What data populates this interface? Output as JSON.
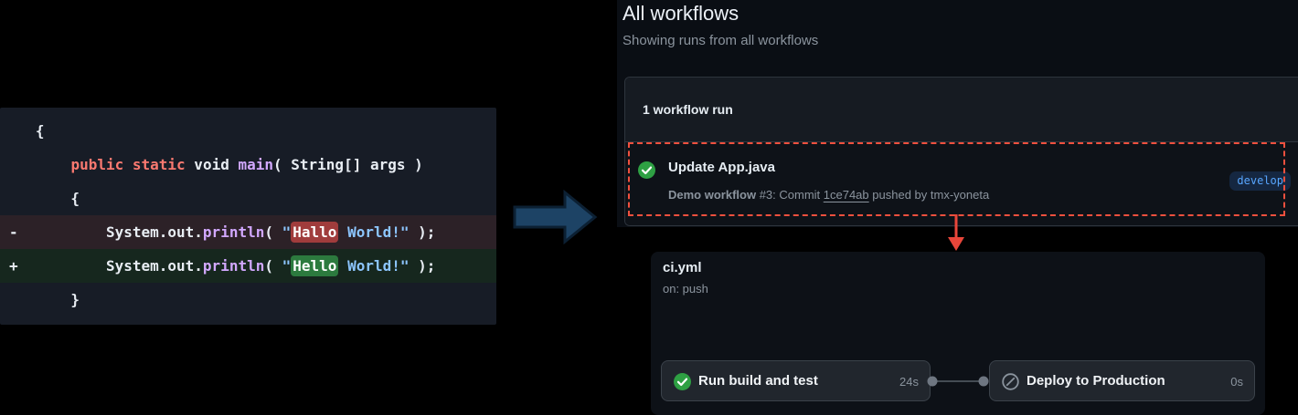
{
  "colors": {
    "accent_green": "#2ea043",
    "skipped_gray": "#8b949e",
    "link_blue": "#58a6ff",
    "dashed_highlight_red": "#f0503e",
    "red_arrow": "#e8463a",
    "blue_arrow_fill": "#1d4365",
    "del_row_bg": "#2c2127",
    "add_row_bg": "#16271e",
    "del_word_bg": "#a03c3c",
    "add_word_bg": "#2c7a3e"
  },
  "diff_panel": {
    "lines": [
      {
        "type": "ctx",
        "tokens": [
          {
            "t": "   {",
            "c": "plain"
          }
        ]
      },
      {
        "type": "ctx",
        "tokens": [
          {
            "t": "       ",
            "c": "plain"
          },
          {
            "t": "public static",
            "c": "kw"
          },
          {
            "t": " void ",
            "c": "plain"
          },
          {
            "t": "main",
            "c": "fn"
          },
          {
            "t": "( String[] args )",
            "c": "plain"
          }
        ]
      },
      {
        "type": "ctx",
        "tokens": [
          {
            "t": "       {",
            "c": "plain"
          }
        ]
      },
      {
        "type": "del",
        "tokens": [
          {
            "t": "-          System.out.",
            "c": "plain"
          },
          {
            "t": "println",
            "c": "fn"
          },
          {
            "t": "( ",
            "c": "plain"
          },
          {
            "t": "\"",
            "c": "str"
          },
          {
            "t": "Hallo",
            "c": "hldel"
          },
          {
            "t": " World!\"",
            "c": "str"
          },
          {
            "t": " );",
            "c": "plain"
          }
        ]
      },
      {
        "type": "add",
        "tokens": [
          {
            "t": "+          System.out.",
            "c": "plain"
          },
          {
            "t": "println",
            "c": "fn"
          },
          {
            "t": "( ",
            "c": "plain"
          },
          {
            "t": "\"",
            "c": "str"
          },
          {
            "t": "Hello",
            "c": "hladd"
          },
          {
            "t": " World!\"",
            "c": "str"
          },
          {
            "t": " );",
            "c": "plain"
          }
        ]
      },
      {
        "type": "ctx",
        "tokens": [
          {
            "t": "       }",
            "c": "plain"
          }
        ]
      }
    ]
  },
  "workflows_section": {
    "title": "All workflows",
    "subtitle": "Showing runs from all workflows",
    "run_count_label": "1 workflow run",
    "run": {
      "title": "Update App.java",
      "workflow_name": "Demo workflow",
      "meta_mid": " #3: Commit ",
      "commit": "1ce74ab",
      "meta_end": " pushed by tmx-yoneta",
      "branch": "develop",
      "status": "success"
    }
  },
  "graph_panel": {
    "title": "ci.yml",
    "trigger": "on: push",
    "jobs": [
      {
        "label": "Run build and test",
        "time": "24s",
        "status": "success"
      },
      {
        "label": "Deploy to Production",
        "time": "0s",
        "status": "skipped"
      }
    ]
  }
}
